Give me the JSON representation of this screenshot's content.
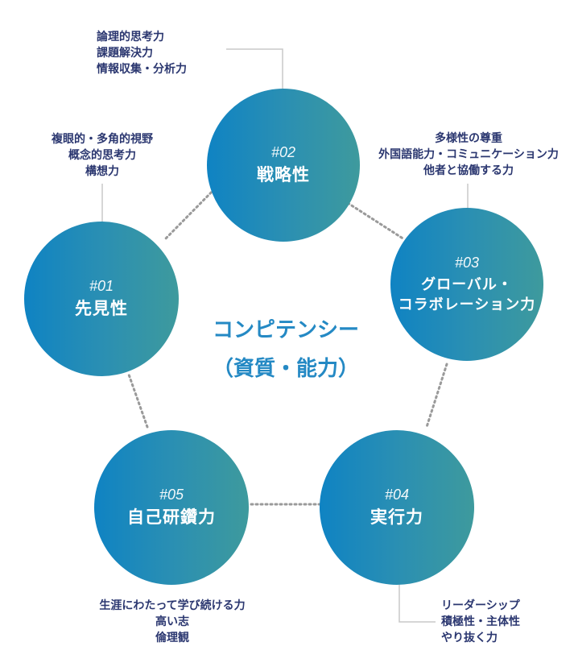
{
  "center": {
    "title": "コンピテンシー",
    "subtitle": "（資質・能力）"
  },
  "competencies": [
    {
      "number": "#01",
      "name": "先見性",
      "skills": [
        "複眼的・多角的視野",
        "概念的思考力",
        "構想力"
      ]
    },
    {
      "number": "#02",
      "name": "戦略性",
      "skills": [
        "論理的思考力",
        "課題解決力",
        "情報収集・分析力"
      ]
    },
    {
      "number": "#03",
      "name_lines": [
        "グローバル・",
        "コラボレーション力"
      ],
      "skills": [
        "多様性の尊重",
        "外国語能力・コミュニケーション力",
        "他者と協働する力"
      ]
    },
    {
      "number": "#04",
      "name": "実行力",
      "skills": [
        "リーダーシップ",
        "積極性・主体性",
        "やり抜く力"
      ]
    },
    {
      "number": "#05",
      "name": "自己研鑽力",
      "skills": [
        "生涯にわたって学び続ける力",
        "高い志",
        "倫理観"
      ]
    }
  ],
  "colors": {
    "gradient_start": "#0f83c3",
    "gradient_end": "#3e9a9d",
    "label_text": "#2b3770",
    "center_text": "#2489c4",
    "connector": "#999999"
  }
}
